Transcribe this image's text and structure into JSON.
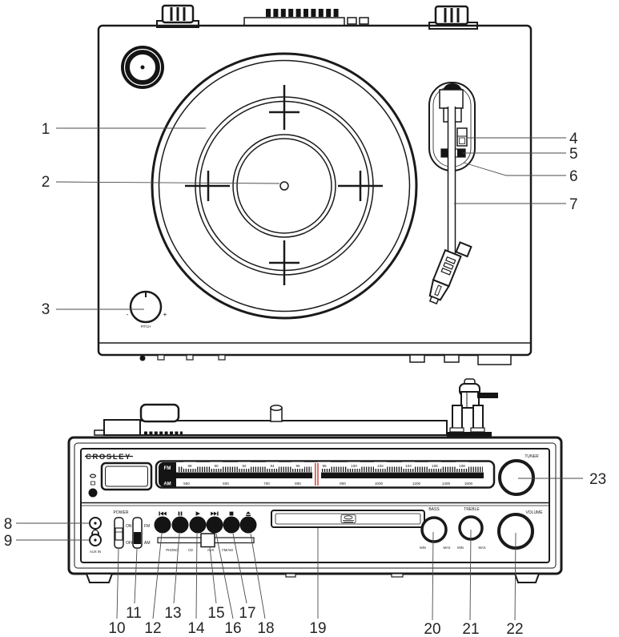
{
  "figure": {
    "type": "turntable-diagram",
    "views": [
      "top-view",
      "front-view"
    ]
  },
  "brand": {
    "logo": "CROSLEY"
  },
  "top_view": {
    "pitch_knob": {
      "label": "PITCH",
      "min": "-",
      "max": "+"
    }
  },
  "front_view": {
    "dial": {
      "fm": "FM",
      "am": "AM",
      "fm_scale": [
        "88",
        "90",
        "92",
        "94",
        "96",
        "98",
        "100",
        "102",
        "104",
        "106",
        "108"
      ],
      "am_scale": [
        "550",
        "600",
        "700",
        "800",
        "900",
        "1000",
        "1200",
        "1400",
        "1600"
      ],
      "needle_color": "#c22a24"
    },
    "tuner": {
      "label": "TUNER"
    },
    "power": {
      "label": "POWER",
      "on": "ON",
      "off": "OFF"
    },
    "band": {
      "fm": "FM",
      "am": "AM"
    },
    "transport": {
      "icons": [
        "previous-track",
        "pause",
        "play",
        "next-track",
        "stop",
        "eject"
      ]
    },
    "selector": {
      "positions": [
        "PHONO",
        "CD",
        "AUX",
        "FM/AM"
      ]
    },
    "jacks": {
      "headphone_icon": "headphones-icon",
      "aux": "AUX IN"
    },
    "bass": {
      "label": "BASS",
      "min": "MIN",
      "max": "MAX"
    },
    "treble": {
      "label": "TREBLE",
      "min": "MIN",
      "max": "MAX"
    },
    "volume": {
      "label": "VOLUME"
    },
    "cd_slot": {
      "logo": "compact-disc"
    }
  },
  "callouts": {
    "1": "1",
    "2": "2",
    "3": "3",
    "4": "4",
    "5": "5",
    "6": "6",
    "7": "7",
    "8": "8",
    "9": "9",
    "10": "10",
    "11": "11",
    "12": "12",
    "13": "13",
    "14": "14",
    "15": "15",
    "16": "16",
    "17": "17",
    "18": "18",
    "19": "19",
    "20": "20",
    "21": "21",
    "22": "22",
    "23": "23"
  }
}
